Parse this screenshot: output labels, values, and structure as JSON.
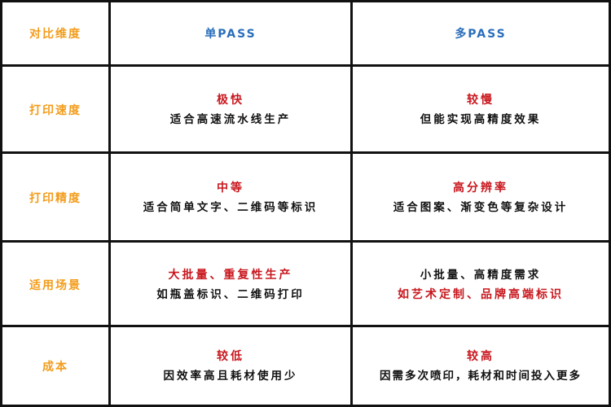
{
  "colors": {
    "dimension": "#F39C1B",
    "header": "#2A6EBB",
    "highlight": "#C8161D",
    "text": "#111111",
    "border": "#111111"
  },
  "header": {
    "dimension": "对比维度",
    "single_pass": "单PASS",
    "multi_pass": "多PASS"
  },
  "rows": [
    {
      "dimension": "打印速度",
      "single": {
        "highlight": "极快",
        "text": "适合高速流水线生产"
      },
      "multi": {
        "highlight": "较慢",
        "text": "但能实现高精度效果"
      }
    },
    {
      "dimension": "打印精度",
      "single": {
        "highlight": "中等",
        "text": "适合简单文字、二维码等标识"
      },
      "multi": {
        "highlight": "高分辨率",
        "text": "适合图案、渐变色等复杂设计"
      }
    },
    {
      "dimension": "适用场景",
      "single": {
        "highlight": "大批量、重复性生产",
        "text": "如瓶盖标识、二维码打印"
      },
      "multi": {
        "text": "小批量、高精度需求",
        "highlight": "如艺术定制、品牌高端标识"
      }
    },
    {
      "dimension": "成本",
      "single": {
        "highlight": "较低",
        "text": "因效率高且耗材使用少"
      },
      "multi": {
        "highlight": "较高",
        "text": "因需多次喷印，耗材和时间投入更多"
      }
    }
  ]
}
